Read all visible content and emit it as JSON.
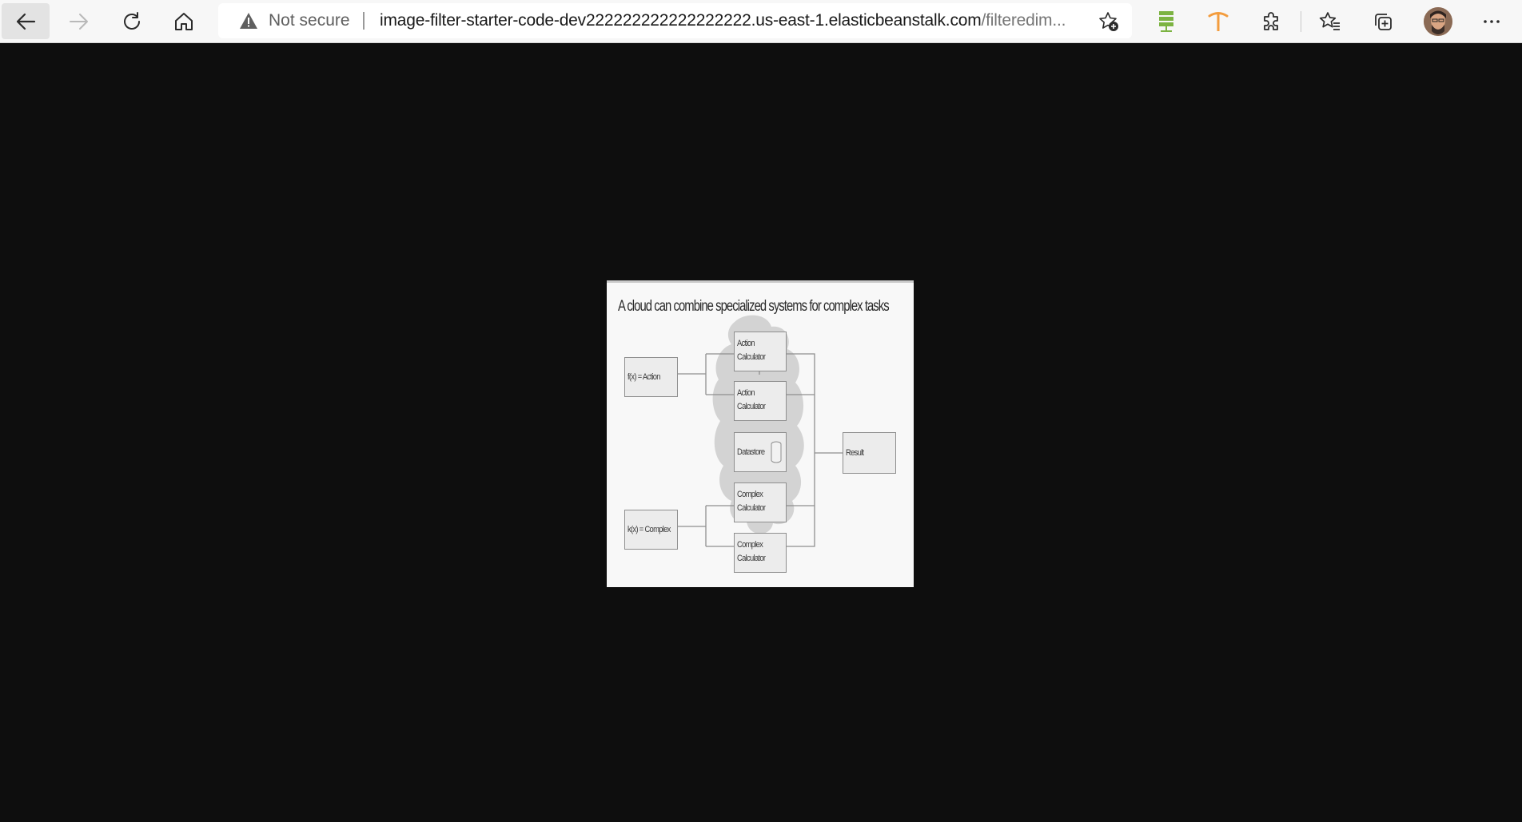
{
  "toolbar": {
    "back_icon": "arrow-left-icon",
    "forward_icon": "arrow-right-icon",
    "refresh_icon": "refresh-icon",
    "home_icon": "home-icon",
    "extensions": [
      {
        "name": "network-extension-icon",
        "color": "#7cb342"
      },
      {
        "name": "pickaxe-extension-icon",
        "color": "#f39c3d"
      },
      {
        "name": "puzzle-extensions-icon"
      },
      {
        "name": "favorites-icon"
      },
      {
        "name": "collections-icon"
      }
    ],
    "menu_icon": "more-icon"
  },
  "address_bar": {
    "security_label": "Not secure",
    "url_host": "image-filter-starter-code-dev222222222222222222.us-east-1.elasticbeanstalk.com",
    "url_path": "/filteredim...",
    "add_favorite_icon": "star-add-icon"
  },
  "figure": {
    "title": "A cloud can combine specialized systems for complex tasks",
    "inputs": [
      {
        "label": "f(x) = Action"
      },
      {
        "label": "k(x) = Complex"
      }
    ],
    "calculators": [
      {
        "line1": "Action",
        "line2": "Calculator"
      },
      {
        "line1": "Action",
        "line2": "Calculator"
      },
      {
        "line1": "Datastore",
        "line2": ""
      },
      {
        "line1": "Complex",
        "line2": "Calculator"
      },
      {
        "line1": "Complex",
        "line2": "Calculator"
      }
    ],
    "output": {
      "label": "Result"
    }
  },
  "colors": {
    "page_background": "#0e0e0e",
    "toolbar_background": "#f7f7f7",
    "figure_background": "#f8f8f8",
    "cloud": "#d3d3d3"
  }
}
